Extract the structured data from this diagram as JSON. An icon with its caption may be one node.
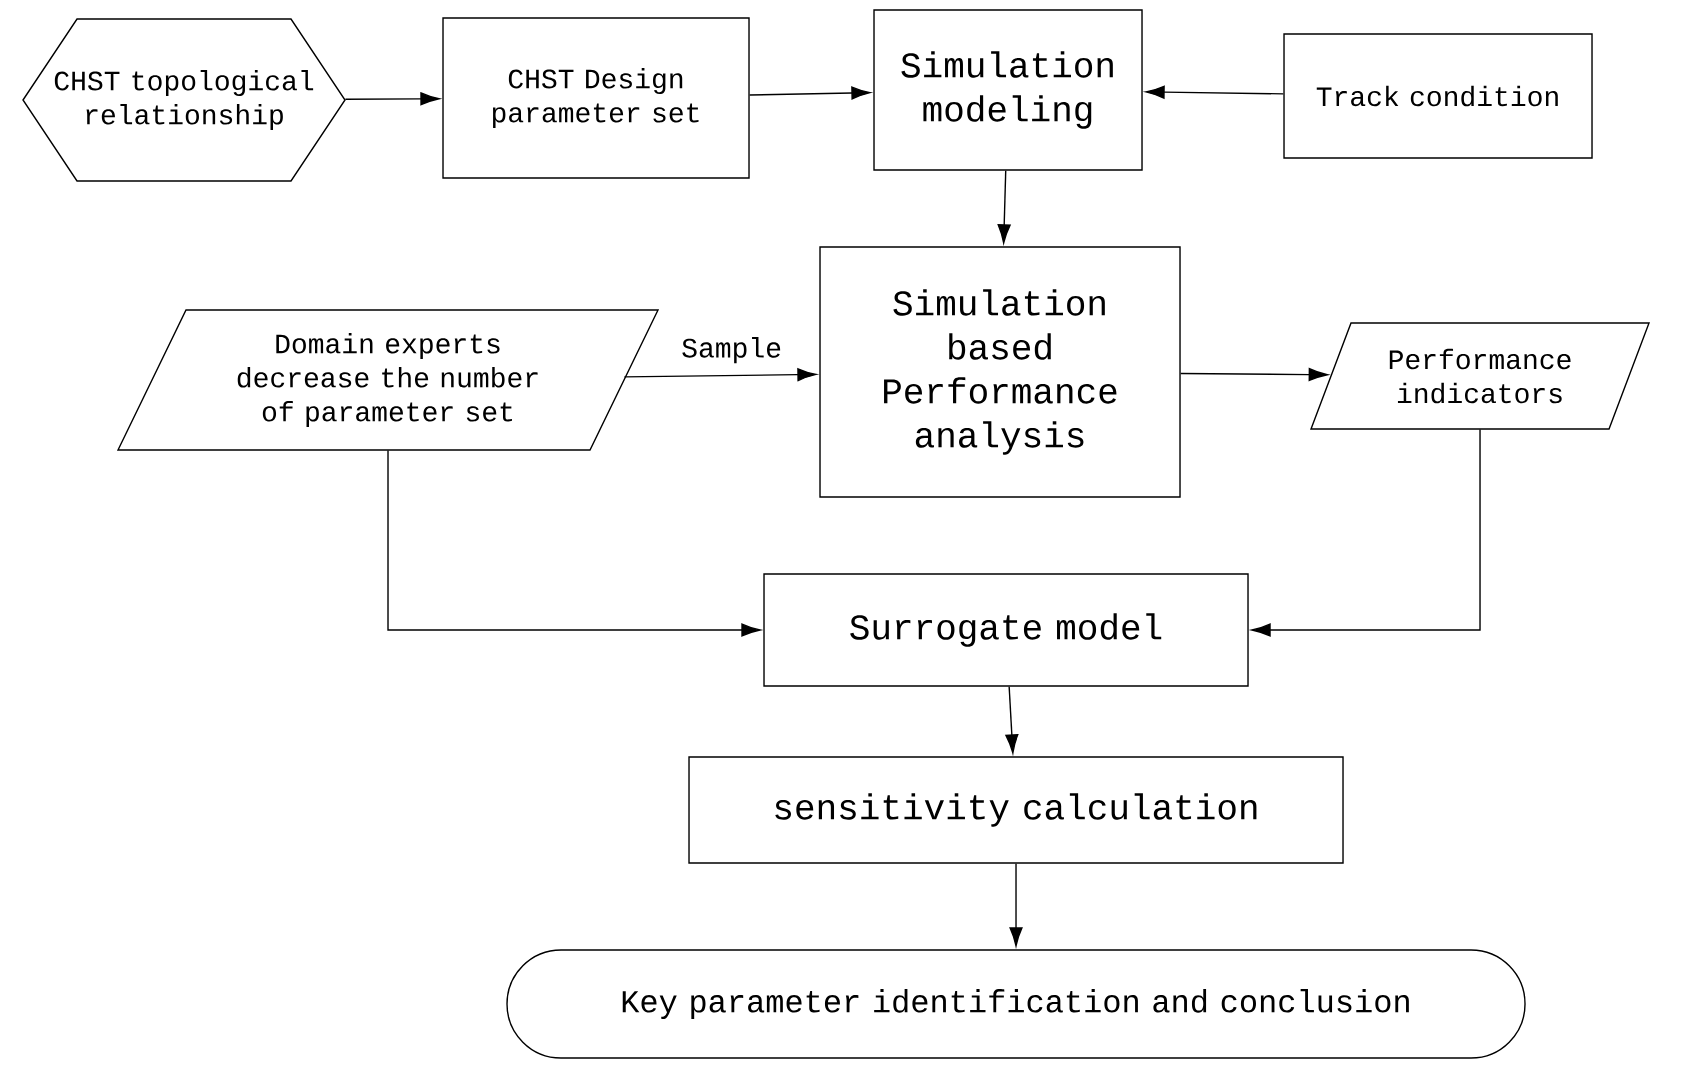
{
  "diagram": {
    "nodes": [
      {
        "text": [
          "CHST topological relationship"
        ]
      },
      {
        "text": [
          "CHST Design parameter set"
        ]
      },
      {
        "text": [
          "Simulation modeling"
        ]
      },
      {
        "text": [
          "Track condition"
        ]
      },
      {
        "text": [
          "Domain experts decrease the number of parameter set"
        ]
      },
      {
        "text": [
          "Simulation based Performance analysis"
        ]
      },
      {
        "text": [
          "Performance indicators"
        ]
      },
      {
        "text": [
          "Surrogate model"
        ]
      },
      {
        "text": [
          "sensitivity calculation"
        ]
      },
      {
        "text": [
          "Key parameter identification and conclusion"
        ]
      }
    ],
    "edges": [
      {
        "from": 0,
        "to": 1,
        "arrow": "to"
      },
      {
        "from": 1,
        "to": 2,
        "arrow": "to"
      },
      {
        "from": 3,
        "to": 2,
        "arrow": "to"
      },
      {
        "from": 2,
        "to": 5,
        "arrow": "to"
      },
      {
        "from": 4,
        "to": 5,
        "arrow": "to",
        "label": "Sample"
      },
      {
        "from": 5,
        "to": 6,
        "arrow": "to"
      },
      {
        "from": 4,
        "to": 7,
        "arrow": "to"
      },
      {
        "from": 6,
        "to": 7,
        "arrow": "to"
      },
      {
        "from": 7,
        "to": 8,
        "arrow": "to"
      },
      {
        "from": 8,
        "to": 9,
        "arrow": "to"
      }
    ]
  }
}
